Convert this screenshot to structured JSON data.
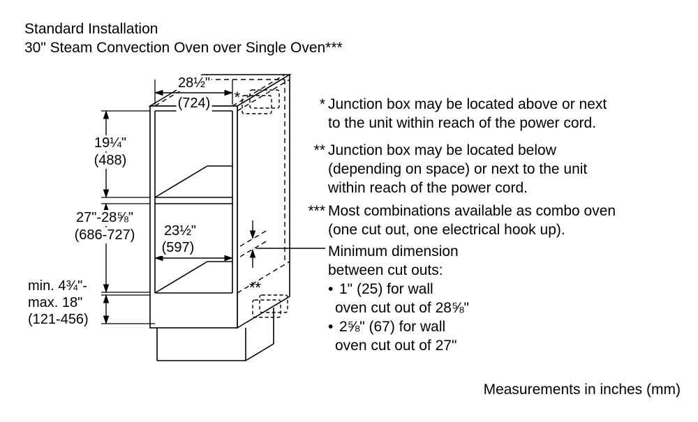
{
  "title": {
    "line1": "Standard Installation",
    "line2": "30\" Steam Convection Oven over Single Oven***"
  },
  "diagram": {
    "dims": {
      "top_width_in": "28½\"",
      "top_width_mm": "(724)",
      "upper_height_in": "19¼\"",
      "upper_height_mm": "(488)",
      "lower_height_in": "27\"-28⅝\"",
      "lower_height_mm": "(686-727)",
      "inner_width_in": "23½\"",
      "inner_width_mm": "(597)",
      "clearance_line1": "min. 4¾\"-",
      "clearance_line2": "max. 18\"",
      "clearance_line3": "(121-456)"
    },
    "markers": {
      "top_junction": "*",
      "bottom_junction": "**"
    }
  },
  "notes": [
    {
      "marker": "*",
      "lines": [
        "Junction box may be located above or next",
        "to the unit within reach of the power cord."
      ]
    },
    {
      "marker": "**",
      "lines": [
        "Junction box may be located below",
        "(depending on space) or next to the unit",
        "within reach of the power cord."
      ]
    },
    {
      "marker": "***",
      "lines": [
        "Most combinations available as combo oven",
        "(one cut out, one electrical hook up)."
      ]
    }
  ],
  "callout": {
    "line1": "Minimum dimension",
    "line2": "between cut outs:",
    "bullets": [
      {
        "symbol": "•",
        "line1": "1\" (25) for wall",
        "line2": "oven cut out of 28⅝\""
      },
      {
        "symbol": "•",
        "line1": "2⅝\" (67) for wall",
        "line2": "oven cut out of 27\""
      }
    ]
  },
  "footer": "Measurements in inches (mm)",
  "colors": {
    "line": "#000000",
    "text": "#000000",
    "background": "#ffffff"
  }
}
